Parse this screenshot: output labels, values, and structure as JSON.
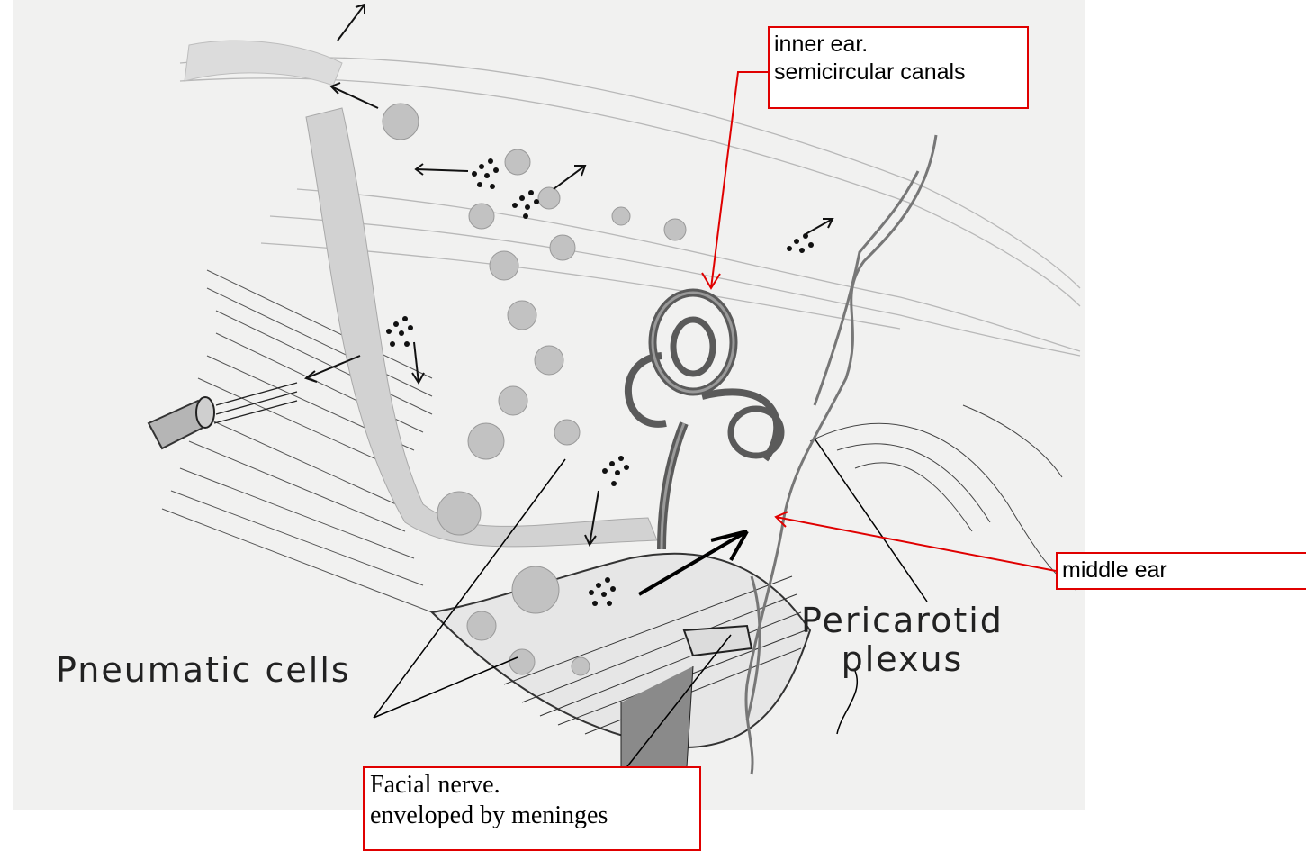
{
  "labels": {
    "pneumatic_cells": "Pneumatic cells",
    "pericarotid_line1": "Pericarotid",
    "pericarotid_line2": "plexus"
  },
  "callouts": {
    "inner_ear": {
      "line1": "inner ear.",
      "line2": "semicircular canals"
    },
    "middle_ear": {
      "line1": "middle ear"
    },
    "facial_nerve": {
      "line1": "Facial nerve.",
      "line2": "enveloped by meninges"
    }
  },
  "colors": {
    "callout_border": "#e00000",
    "drawing_ink": "#2a2a2a",
    "drawing_background": "#f1f1f0"
  }
}
